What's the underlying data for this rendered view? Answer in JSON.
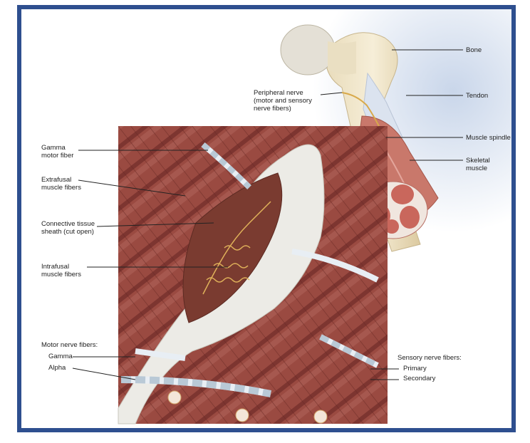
{
  "labels": {
    "bone": "Bone",
    "peripheral_nerve": "Peripheral nerve\n(motor and sensory\nnerve fibers)",
    "tendon": "Tendon",
    "muscle_spindle": "Muscle spindle",
    "skeletal_muscle": "Skeletal muscle",
    "gamma_motor_fiber": "Gamma\nmotor fiber",
    "extrafusal": "Extrafusal\nmuscle fibers",
    "connective_tissue": "Connective tissue\nsheath (cut open)",
    "intrafusal": "Intrafusal\nmuscle fibers",
    "motor_nerve_fibers": "Motor nerve fibers:",
    "gamma": "Gamma",
    "alpha": "Alpha",
    "sensory_nerve_fibers": "Sensory nerve fibers:",
    "primary": "Primary",
    "secondary": "Secondary"
  },
  "colors": {
    "frame": "#2e4f8f",
    "muscle": "#8b3f37",
    "bone": "#efe3c4",
    "sheath": "#ecebe6",
    "nerve": "#d8a94a"
  }
}
